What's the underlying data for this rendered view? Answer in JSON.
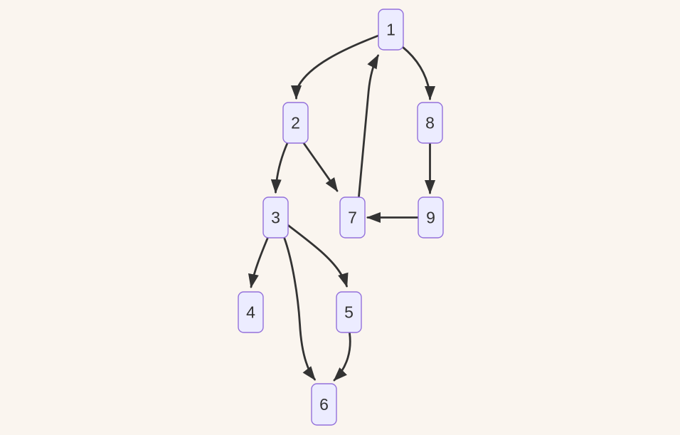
{
  "diagram": {
    "type": "flowchart",
    "direction": "top-down",
    "background_color": "#faf5ef",
    "node_fill_color": "#ececff",
    "node_border_color": "#9370db",
    "edge_color": "#333333",
    "label_color": "#333333",
    "nodes": [
      {
        "id": "1",
        "label": "1"
      },
      {
        "id": "2",
        "label": "2"
      },
      {
        "id": "3",
        "label": "3"
      },
      {
        "id": "4",
        "label": "4"
      },
      {
        "id": "5",
        "label": "5"
      },
      {
        "id": "6",
        "label": "6"
      },
      {
        "id": "7",
        "label": "7"
      },
      {
        "id": "8",
        "label": "8"
      },
      {
        "id": "9",
        "label": "9"
      }
    ],
    "edges": [
      {
        "from": "1",
        "to": "2"
      },
      {
        "from": "1",
        "to": "8"
      },
      {
        "from": "2",
        "to": "3"
      },
      {
        "from": "2",
        "to": "7"
      },
      {
        "from": "7",
        "to": "1"
      },
      {
        "from": "8",
        "to": "9"
      },
      {
        "from": "9",
        "to": "7"
      },
      {
        "from": "3",
        "to": "4"
      },
      {
        "from": "3",
        "to": "5"
      },
      {
        "from": "3",
        "to": "6"
      },
      {
        "from": "5",
        "to": "6"
      }
    ]
  }
}
